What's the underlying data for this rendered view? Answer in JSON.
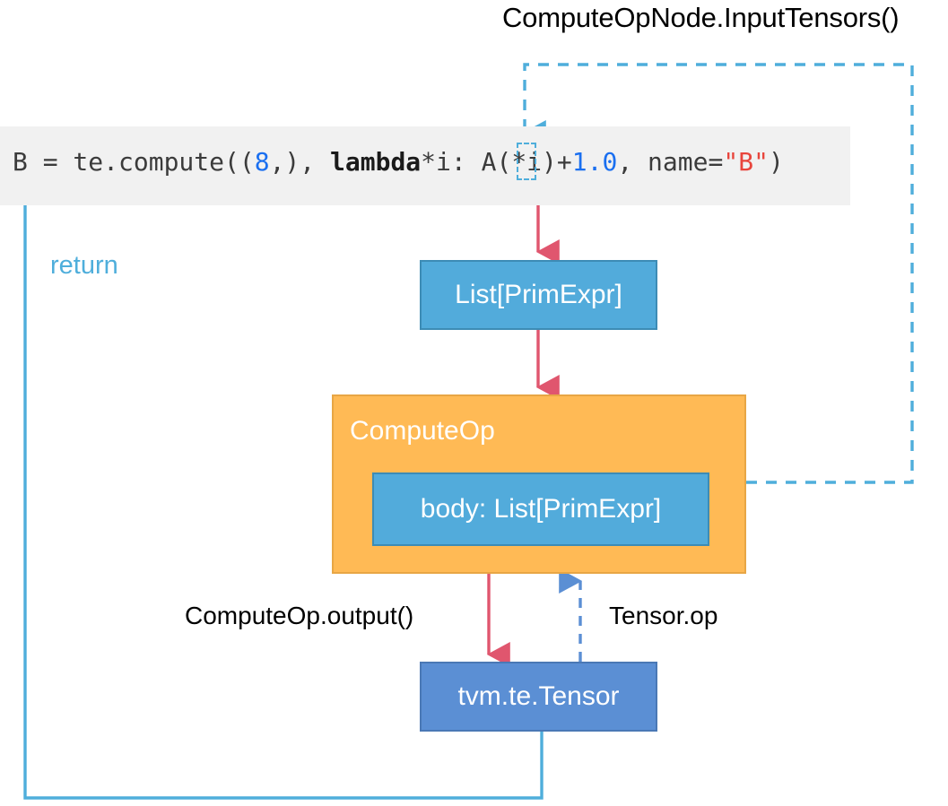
{
  "diagram": {
    "title_caption": "ComputeOpNode.InputTensors()",
    "code": {
      "prefix": "B = te.compute((",
      "dim_number": "8",
      "after_dim": ",), ",
      "lambda_kw": "lambda",
      "lambda_args": "*i: ",
      "tensor_token": "A",
      "index_expr": "(*i)+",
      "float_literal": "1.0",
      "name_kwarg": ", name=",
      "name_value": "\"B\"",
      "close_paren": ")",
      "full_text": "B = te.compute((8,), lambda*i: A(*i)+1.0, name=\"B\")"
    },
    "nodes": [
      {
        "id": "list-primexpr",
        "label": "List[PrimExpr]",
        "color": "#52ABDB"
      },
      {
        "id": "computeop",
        "label": "ComputeOp",
        "color": "#FFBA55"
      },
      {
        "id": "computeop-body",
        "label": "body: List[PrimExpr]",
        "color": "#52ABDB"
      },
      {
        "id": "tvm-te-tensor",
        "label": "tvm.te.Tensor",
        "color": "#5B8FD4"
      }
    ],
    "edge_labels": {
      "return": "return",
      "compute_op_output": "ComputeOp.output()",
      "tensor_op": "Tensor.op"
    },
    "colors": {
      "accent_blue": "#52ABDB",
      "accent_orange": "#FFBA55",
      "accent_dark_blue": "#5B8FD4",
      "accent_red": "#E0566E",
      "code_band": "#f1f1f1",
      "number_literal": "#1a6ff0",
      "string_literal": "#e8453c"
    }
  }
}
